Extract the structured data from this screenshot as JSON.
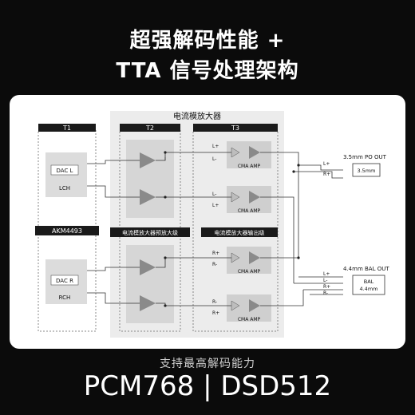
{
  "headline": {
    "line1": "超强解码性能 +",
    "line2": "TTA 信号处理架构"
  },
  "diagram": {
    "block_titles": {
      "cma": "电流模放大器",
      "t1": "T1",
      "t2": "T2",
      "t3": "T3",
      "akm": "AKM4493",
      "pre": "电流模放大器预放大级",
      "out": "电流模放大器输出级"
    },
    "dac_l": "DAC L",
    "lch": "LCH",
    "dac_r": "DAC R",
    "rch": "RCH",
    "amp_label": "CMA AMP",
    "pins": {
      "l_plus": "L+",
      "l_minus": "L-",
      "r_plus": "R+",
      "r_minus": "R-"
    },
    "outputs": {
      "po_title": "3.5mm PO OUT",
      "po_jack": "3.5mm",
      "bal_title": "4.4mm BAL OUT",
      "bal_jack_line1": "BAL",
      "bal_jack_line2": "4.4mm"
    }
  },
  "footer": {
    "subcaption": "支持最高解码能力",
    "caption": "PCM768 | DSD512"
  }
}
